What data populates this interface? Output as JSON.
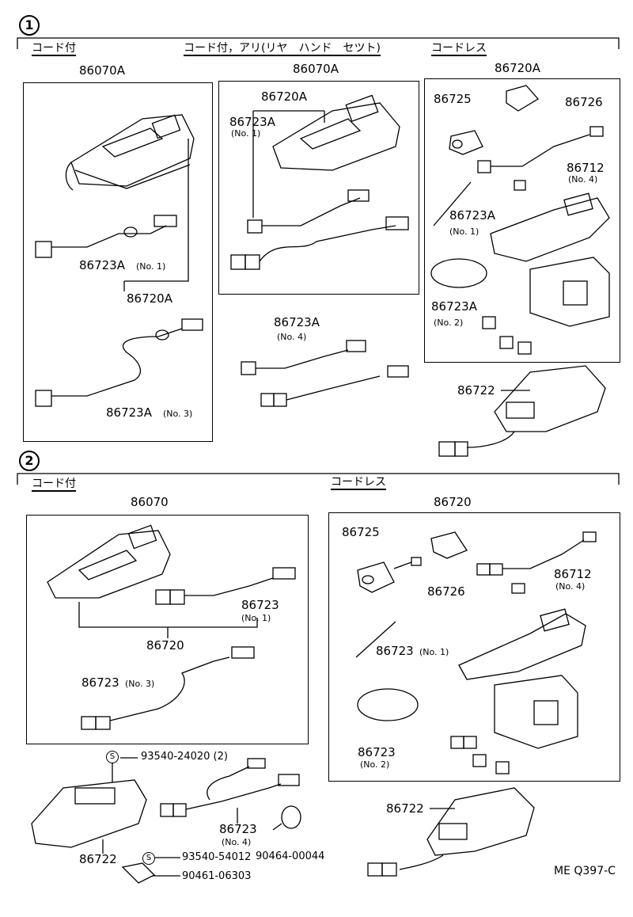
{
  "section1": {
    "number": "1",
    "hdr_corded": "コード付",
    "hdr_rear": "コード付，アリ(リヤ　ハンド　セツト)",
    "hdr_cordless": "コードレス",
    "group1_part": "86070A",
    "group2_part": "86070A",
    "group3_part": "86720A",
    "g1_sub_label": "86723A",
    "g1_sub_note": "(No. 1)",
    "g1_handset": "86720A",
    "g1_cable3": "86723A",
    "g1_cable3_note": "(No. 3)",
    "g2_handset": "86720A",
    "g2_sub": "86723A",
    "g2_sub_note": "(No. 1)",
    "g4_cable": "86723A",
    "g4_note": "(No. 4)",
    "g3_p1": "86725",
    "g3_p2": "86726",
    "g3_p3": "86712",
    "g3_p3_note": "(No. 4)",
    "g3_p4": "86723A",
    "g3_p4_note": "(No. 1)",
    "g3_p5": "86723A",
    "g3_p5_note": "(No. 2)",
    "cradle": "86722"
  },
  "section2": {
    "number": "2",
    "hdr_corded": "コード付",
    "hdr_cordless": "コードレス",
    "group1_part": "86070",
    "g1_cable": "86723",
    "g1_cable_note": "(No. 1)",
    "g1_handset": "86720",
    "g1_cable3": "86723",
    "g1_cable3_note": "(No. 3)",
    "group2_part": "86720",
    "g2_p1": "86725",
    "g2_p2": "86726",
    "g2_p3": "86712",
    "g2_p3_note": "(No. 4)",
    "g2_p4": "86723",
    "g2_p4_note": "(No. 1)",
    "g2_p5": "86723",
    "g2_p5_note": "(No. 2)",
    "screw1": "93540-24020 (2)",
    "screw_sym": "S",
    "cable4": "86723",
    "cable4_note": "(No. 4)",
    "clamp": "90464-00044",
    "cradle_left": "86722",
    "screw2": "93540-54012",
    "bracket": "90461-06303",
    "cradle_right": "86722"
  },
  "footer": {
    "code": "ME  Q397-C"
  }
}
